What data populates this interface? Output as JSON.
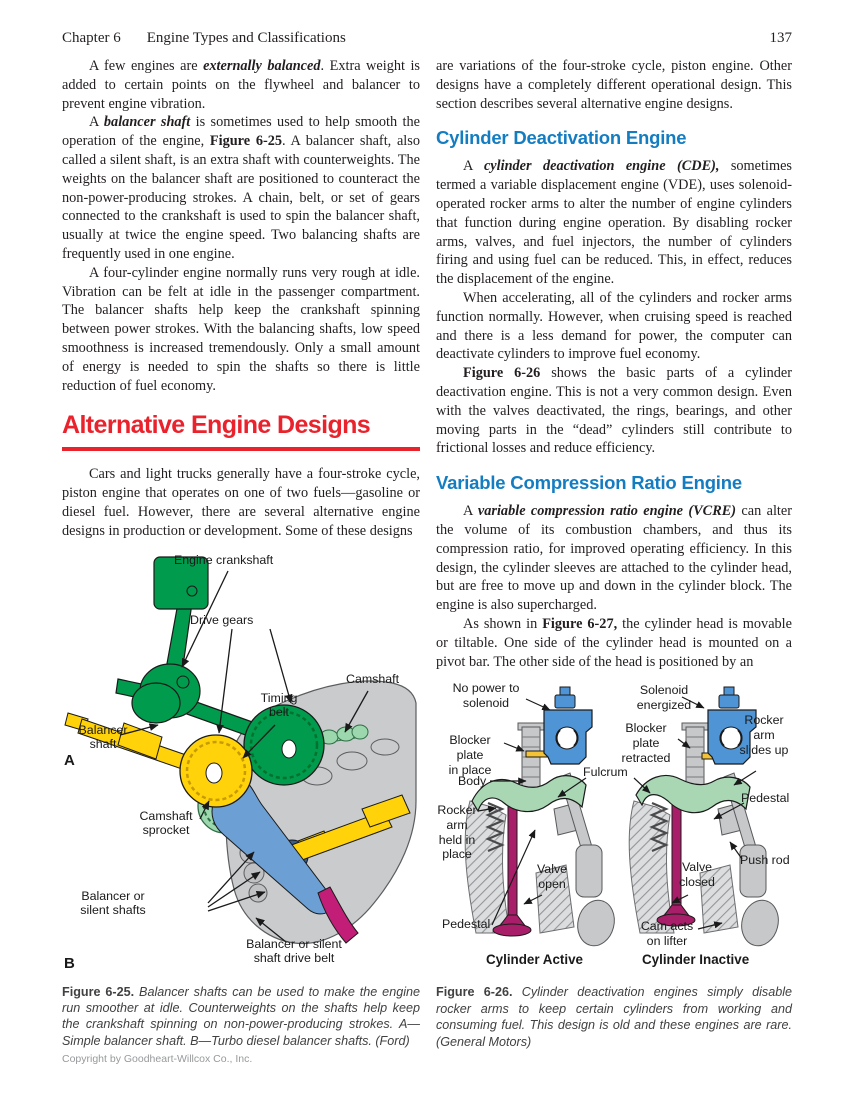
{
  "page": {
    "header": {
      "chapter": "Chapter 6",
      "title": "Engine Types and Classifications",
      "page_number": "137"
    },
    "copyright": "Copyright by Goodheart-Willcox Co., Inc."
  },
  "colors": {
    "heading_red": "#e9222c",
    "heading_blue": "#147dc2",
    "green_part": "#009b4c",
    "yellow_part": "#ffd20a",
    "light_green_part": "#9cd7ae",
    "blue_belt": "#6c9fd3",
    "magenta_part": "#c21e77",
    "gray_metal": "#c9cbcd",
    "solenoid_blue": "#4f94d4",
    "valve_magenta": "#a91e68"
  },
  "left_column": {
    "para_externally_balanced_runs": [
      {
        "t": "A few engines are "
      },
      {
        "t": "externally balanced",
        "b": true,
        "i": true
      },
      {
        "t": ". Extra weight is added to certain points on the flywheel and balancer to prevent engine vibration."
      }
    ],
    "para_balancer_shaft_runs": [
      {
        "t": "A "
      },
      {
        "t": "balancer shaft",
        "b": true,
        "i": true
      },
      {
        "t": " is sometimes used to help smooth the operation of the engine, "
      },
      {
        "t": "Figure 6-25",
        "b": true
      },
      {
        "t": ". A balancer shaft, also called a silent shaft, is an extra shaft with counterweights. The weights on the balancer shaft are positioned to counteract the non-power-producing strokes. A chain, belt, or set of gears connected to the crankshaft is used to spin the balancer shaft, usually at twice the engine speed. Two balancing shafts are frequently used in one engine."
      }
    ],
    "para_four_cylinder": "A four-cylinder engine normally runs very rough at idle. Vibration can be felt at idle in the passenger compartment. The balancer shafts help keep the crankshaft spinning between power strokes. With the balancing shafts, low speed smoothness is increased tremendously. Only a small amount of energy is needed to spin the shafts so there is little reduction of fuel economy.",
    "heading_alternative": "Alternative Engine Designs",
    "para_cars_trucks": "Cars and light trucks generally have a four-stroke cycle, piston engine that operates on one of two fuels—gasoline or diesel fuel. However, there are several alternative engine designs in production or development. Some of these designs"
  },
  "right_column": {
    "para_variations": "are variations of the four-stroke cycle, piston engine. Other designs have a completely different operational design. This section describes several alternative engine designs.",
    "heading_cde": "Cylinder Deactivation Engine",
    "para_cde_runs": [
      {
        "t": "A "
      },
      {
        "t": "cylinder deactivation engine (CDE),",
        "b": true,
        "i": true
      },
      {
        "t": " sometimes termed a variable displacement engine (VDE), uses solenoid-operated rocker arms to alter the number of engine cylinders that function during engine operation. By disabling rocker arms, valves, and fuel injectors, the number of cylinders firing and using fuel can be reduced. This, in effect, reduces the displacement of the engine."
      }
    ],
    "para_accelerating": "When accelerating, all of the cylinders and rocker arms function normally. However, when cruising speed is reached and there is a less demand for power, the computer can deactivate cylinders to improve fuel economy.",
    "para_figure626_runs": [
      {
        "t": "Figure 6-26",
        "b": true
      },
      {
        "t": " shows the basic parts of a cylinder deactivation engine. This is not a very common design. Even with the valves deactivated, the rings, bearings, and other moving parts in the “dead” cylinders still contribute to frictional losses and reduce efficiency."
      }
    ],
    "heading_vcre": "Variable Compression Ratio Engine",
    "para_vcre_runs": [
      {
        "t": "A "
      },
      {
        "t": "variable compression ratio engine (VCRE)",
        "b": true,
        "i": true
      },
      {
        "t": " can alter the volume of its combustion chambers, and thus its compression ratio, for improved operating efficiency. In this design, the cylinder sleeves are attached to the cylinder head, but are free to move up and down in the cylinder block. The engine is also supercharged."
      }
    ],
    "para_as_shown_runs": [
      {
        "t": "As shown in "
      },
      {
        "t": "Figure 6-27,",
        "b": true
      },
      {
        "t": " the cylinder head is movable or tiltable. One side of the cylinder head is mounted on a pivot bar. The other side of the head is positioned by an"
      }
    ]
  },
  "figure_6_25": {
    "labels": {
      "engine_crankshaft": "Engine crankshaft",
      "drive_gears": "Drive gears",
      "timing_belt": "Timing\nbelt",
      "camshaft": "Camshaft",
      "balancer_shaft": "Balancer\nshaft",
      "part_a": "A",
      "camshaft_sprocket": "Camshaft\nsprocket",
      "balancer_silent_shafts": "Balancer or\nsilent shafts",
      "balancer_drive_belt": "Balancer or silent\nshaft drive belt",
      "part_b": "B"
    },
    "caption_runs": [
      {
        "t": "Figure 6-25.",
        "b": true
      },
      {
        "t": " Balancer shafts can be used to make the engine run smoother at idle. Counterweights on the shafts help keep the crankshaft spinning on non-power-producing strokes. A—Simple balancer shaft. B—Turbo diesel balancer shafts. (Ford)",
        "i": true
      }
    ]
  },
  "figure_6_26": {
    "labels": {
      "no_power": "No power to\nsolenoid",
      "solenoid_energized": "Solenoid\nenergized",
      "rocker_arm_slides_up": "Rocker\narm\nslides up",
      "blocker_plate_in_place": "Blocker plate\nin place",
      "blocker_plate_retracted": "Blocker\nplate\nretracted",
      "body": "Body",
      "fulcrum": "Fulcrum",
      "pedestal_right": "Pedestal",
      "rocker_arm_held": "Rocker\narm\nheld in\nplace",
      "push_rod": "Push rod",
      "valve_open": "Valve\nopen",
      "valve_closed": "Valve\nclosed",
      "pedestal_left": "Pedestal",
      "cam_acts": "Cam acts\non lifter",
      "cylinder_active": "Cylinder Active",
      "cylinder_inactive": "Cylinder Inactive"
    },
    "caption_runs": [
      {
        "t": "Figure 6-26.",
        "b": true
      },
      {
        "t": " Cylinder deactivation engines simply disable rocker arms to keep certain cylinders from working and consuming fuel. This design is old and these engines are rare. (General Motors)",
        "i": true
      }
    ]
  }
}
